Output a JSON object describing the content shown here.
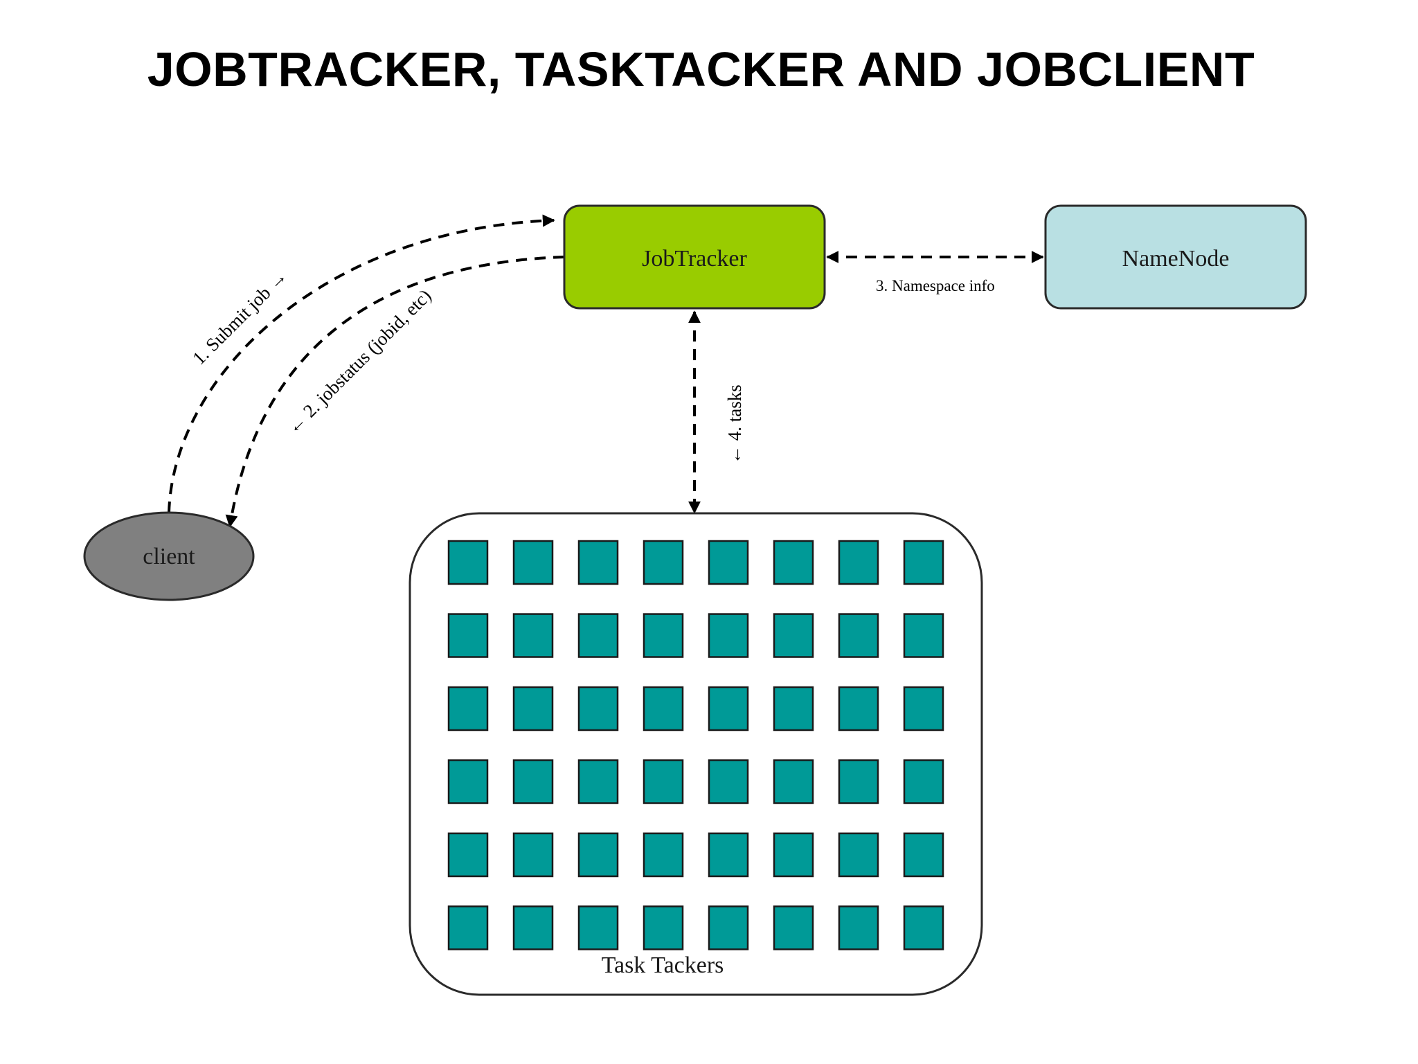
{
  "title": "JOBTRACKER, TASKTACKER AND JOBCLIENT",
  "nodes": {
    "jobtracker": {
      "label": "JobTracker",
      "fill": "#99cc00"
    },
    "namenode": {
      "label": "NameNode",
      "fill": "#b9e0e3"
    },
    "client": {
      "label": "client",
      "fill": "#808080"
    },
    "tasktrackers": {
      "label": "Task Tackers",
      "cell_fill": "#009a97",
      "rows": 6,
      "cols": 8
    }
  },
  "edges": {
    "submit": {
      "label": "1. Submit job →"
    },
    "jobstatus": {
      "label": "← 2. jobstatus (jobid, etc)"
    },
    "namespace": {
      "label": "3. Namespace info"
    },
    "tasks": {
      "label": "← 4. tasks"
    }
  }
}
